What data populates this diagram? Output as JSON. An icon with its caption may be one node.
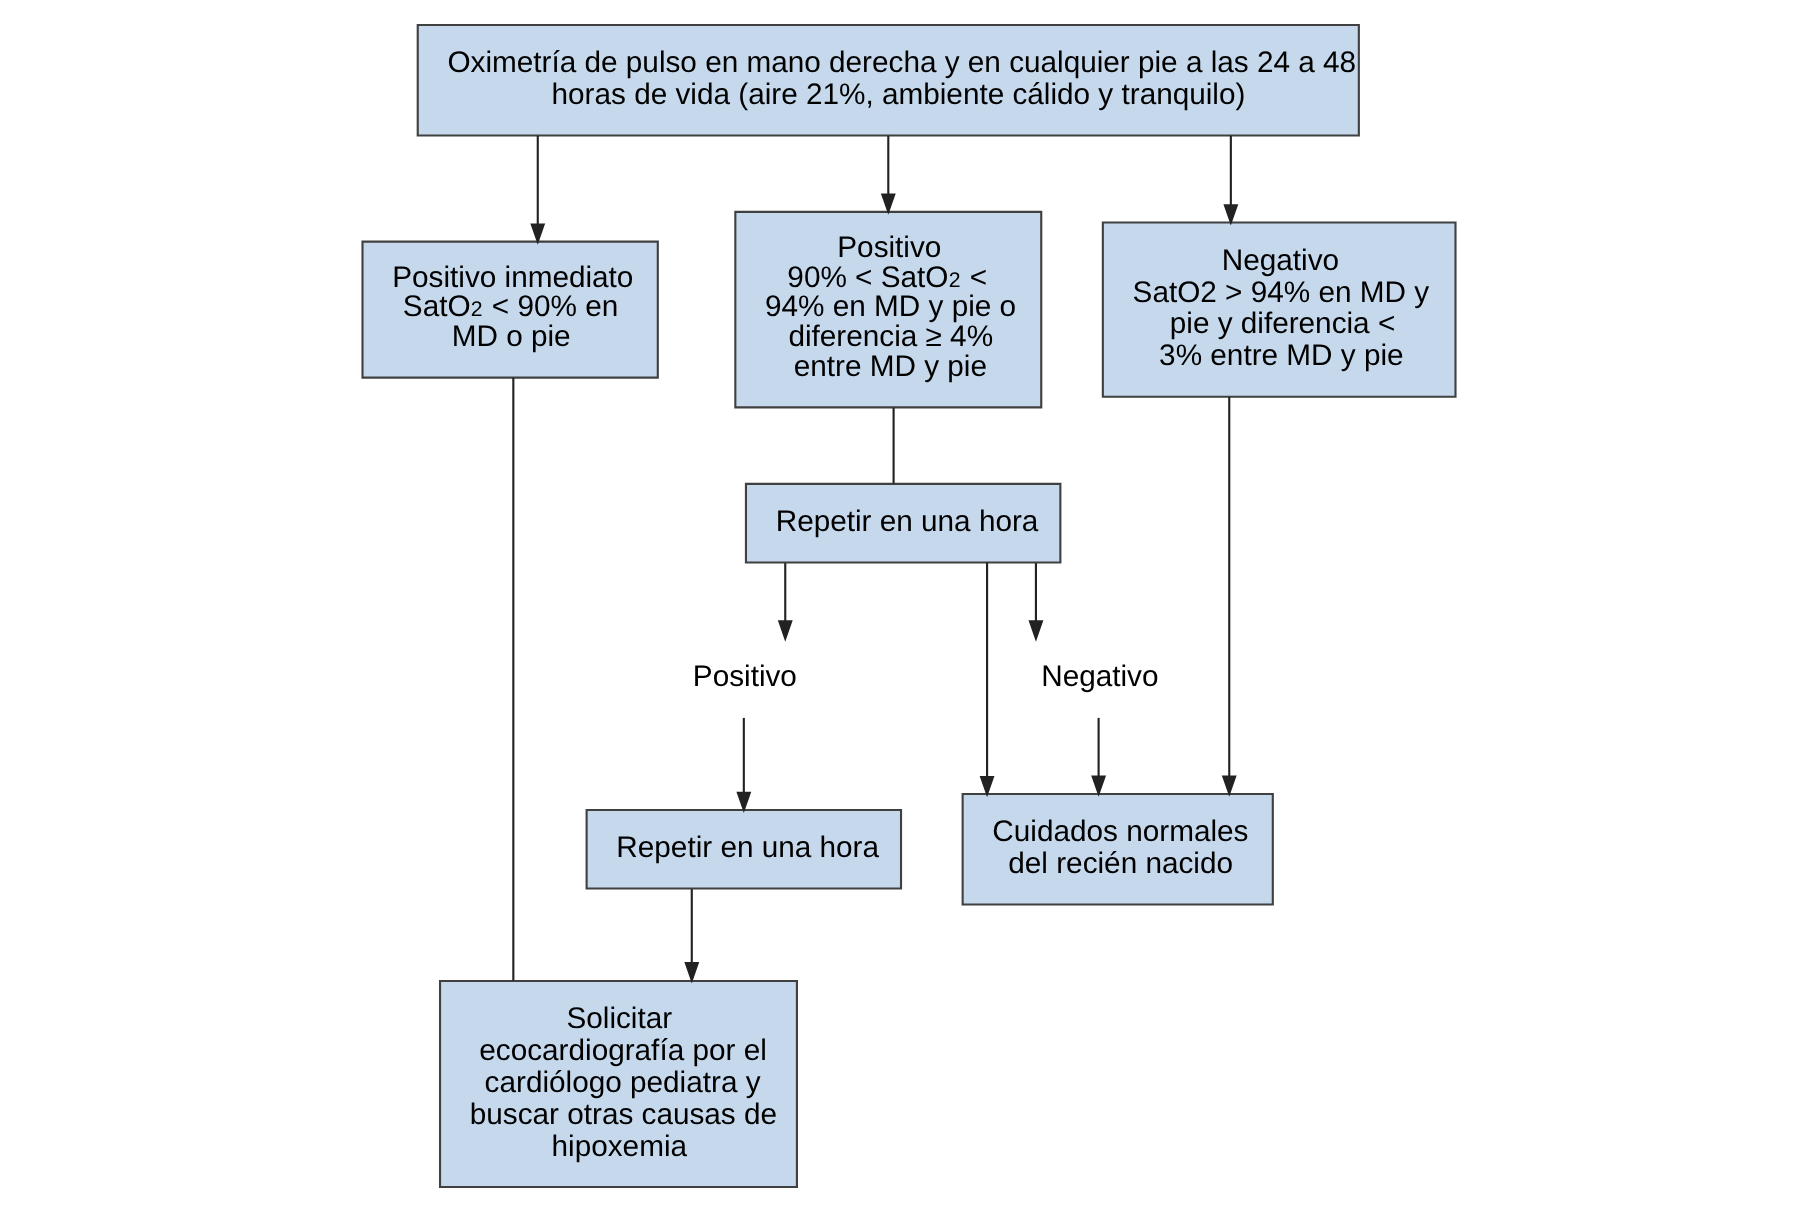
{
  "diagram": {
    "nodes": [
      {
        "text": [
          "Oximetría de pulso en mano derecha y en cualquier pie a las 24 a 48 horas de vida (aire 21%, ambiente cálido y tranquilo)"
        ]
      },
      {
        "text": [
          "Positivo inmediato",
          "SatO$_{2}$ < 90% en MD o pie"
        ]
      },
      {
        "text": [
          "Positivo",
          "90% < SatO$_{2}$ < 94% en MD y pie o diferencia ≥ 4% entre MD y pie"
        ]
      },
      {
        "text": [
          "Negativo",
          "SatO2 > 94% en MD y pie y diferencia < 3% entre MD y pie"
        ]
      },
      {
        "text": [
          "Solicitar ecocardiografía por el cardiólogo pediatra y buscar otras causas de hipoxemia"
        ]
      },
      {
        "text": [
          "Repetir en una hora"
        ]
      },
      {
        "text": [
          "Cuidados normales del recién nacido"
        ]
      },
      {
        "text": [
          "Positivo"
        ]
      },
      {
        "text": [
          "Negativo"
        ]
      },
      {
        "text": [
          "Repetir en una hora"
        ]
      }
    ],
    "edges": [
      {
        "from": 0,
        "to": 1,
        "arrow": "to"
      },
      {
        "from": 0,
        "to": 2,
        "arrow": "to"
      },
      {
        "from": 0,
        "to": 3,
        "arrow": "to"
      },
      {
        "from": 1,
        "to": 4,
        "arrow": "none"
      },
      {
        "from": 2,
        "to": 5,
        "arrow": "none"
      },
      {
        "from": 3,
        "to": 6,
        "arrow": "to"
      },
      {
        "from": 5,
        "to": 6,
        "arrow": "to"
      },
      {
        "from": 5,
        "to": 7,
        "arrow": "to"
      },
      {
        "from": 5,
        "to": 8,
        "arrow": "to"
      },
      {
        "from": 7,
        "to": 9,
        "arrow": "to"
      },
      {
        "from": 8,
        "to": 6,
        "arrow": "to"
      },
      {
        "from": 9,
        "to": 4,
        "arrow": "to"
      }
    ]
  }
}
